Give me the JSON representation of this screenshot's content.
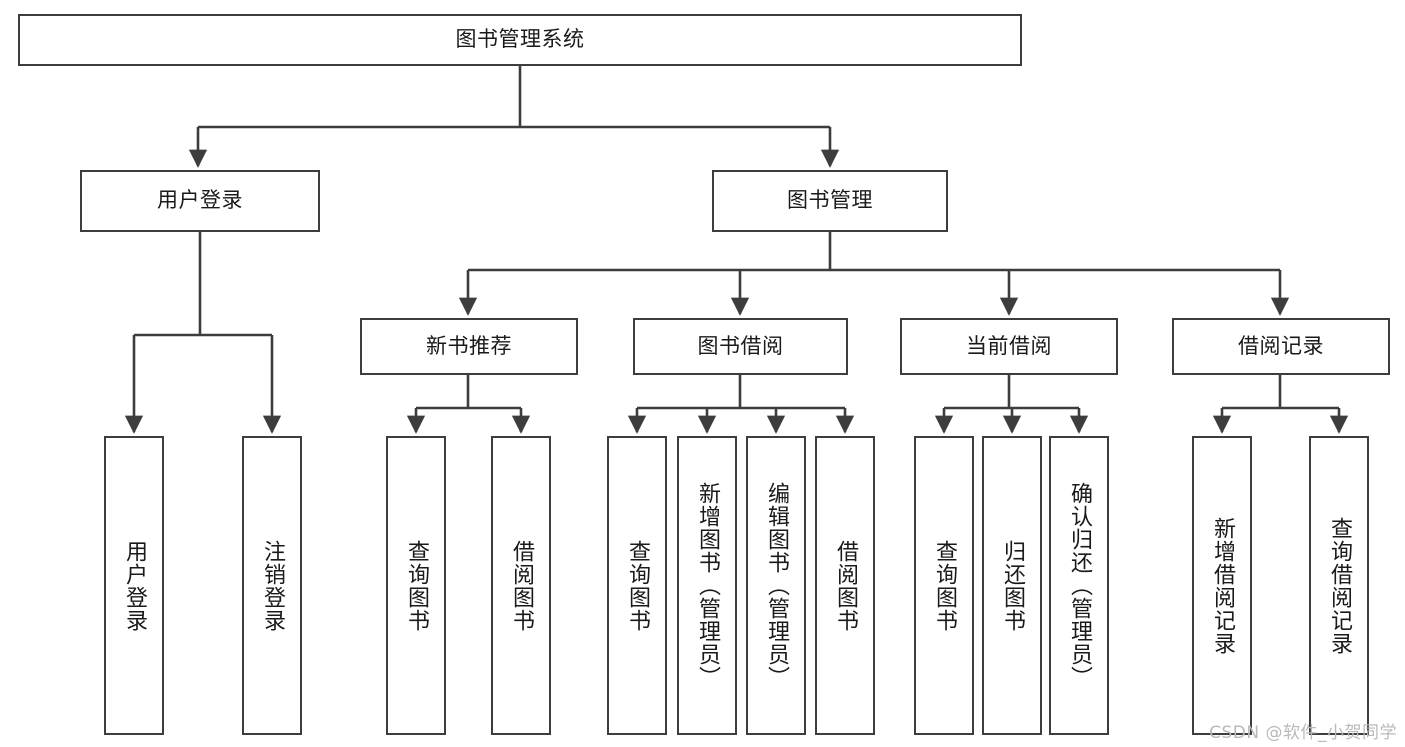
{
  "diagram": {
    "title": "图书管理系统",
    "type": "tree",
    "watermark": "CSDN @软件_小贺同学",
    "colors": {
      "background": "#ffffff",
      "node_border": "#3d3d3d",
      "node_fill": "#ffffff",
      "edge": "#3d3d3d",
      "text": "#1a1a1a",
      "watermark": "#b9b9b9"
    },
    "root": {
      "label": "图书管理系统"
    },
    "level2": [
      {
        "label": "用户登录"
      },
      {
        "label": "图书管理"
      }
    ],
    "level3": [
      {
        "label": "新书推荐"
      },
      {
        "label": "图书借阅"
      },
      {
        "label": "当前借阅"
      },
      {
        "label": "借阅记录"
      }
    ],
    "leaves": {
      "user_login": [
        {
          "label": "用户登录"
        },
        {
          "label": "注销登录"
        }
      ],
      "new_book_recommend": [
        {
          "label": "查询图书"
        },
        {
          "label": "借阅图书"
        }
      ],
      "book_borrow": [
        {
          "label": "查询图书"
        },
        {
          "label": "新增图书（管理员）"
        },
        {
          "label": "编辑图书（管理员）"
        },
        {
          "label": "借阅图书"
        }
      ],
      "current_borrow": [
        {
          "label": "查询图书"
        },
        {
          "label": "归还图书"
        },
        {
          "label": "确认归还（管理员）"
        }
      ],
      "borrow_record": [
        {
          "label": "新增借阅记录"
        },
        {
          "label": "查询借阅记录"
        }
      ]
    }
  }
}
